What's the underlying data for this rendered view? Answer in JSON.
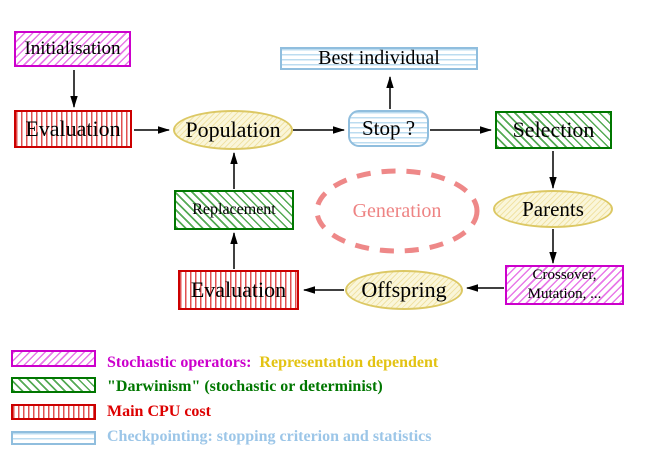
{
  "diagram_title": "evolutionary-algorithm-cycle",
  "nodes": {
    "initialisation": "Initialisation",
    "best_individual": "Best individual",
    "evaluation_top": "Evaluation",
    "population": "Population",
    "stop": "Stop ?",
    "selection": "Selection",
    "replacement": "Replacement",
    "generation": "Generation",
    "parents": "Parents",
    "evaluation_bottom": "Evaluation",
    "offspring": "Offspring",
    "crossover_line1": "Crossover,",
    "crossover_line2": "Mutation, ..."
  },
  "legend": [
    {
      "swatch": "magenta-diagonal-hatch",
      "text_primary": "Stochastic operators:",
      "text_secondary": "Representation dependent",
      "color_primary": "#cc00cc",
      "color_secondary": "#e3c313"
    },
    {
      "swatch": "green-diagonal-hatch",
      "text_primary": "\"Darwinism\" (stochastic or determinist)",
      "color_primary": "#007700"
    },
    {
      "swatch": "red-vertical-stripes",
      "text_primary": "Main CPU cost",
      "color_primary": "#dd0000"
    },
    {
      "swatch": "cyan-horizontal-stripes",
      "text_primary": "Checkpointing: stopping criterion and statistics",
      "color_primary": "#9cc6e8"
    }
  ],
  "colors": {
    "background": "#ffffff",
    "arrow": "#000000",
    "magenta_border": "#cc00cc",
    "red_border": "#cc0000",
    "green_border": "#007700",
    "cyan_border": "#90bede",
    "yellow_border": "#dcc864",
    "yellow_fill": "#faf6da",
    "generation_dash": "#ee8888"
  }
}
